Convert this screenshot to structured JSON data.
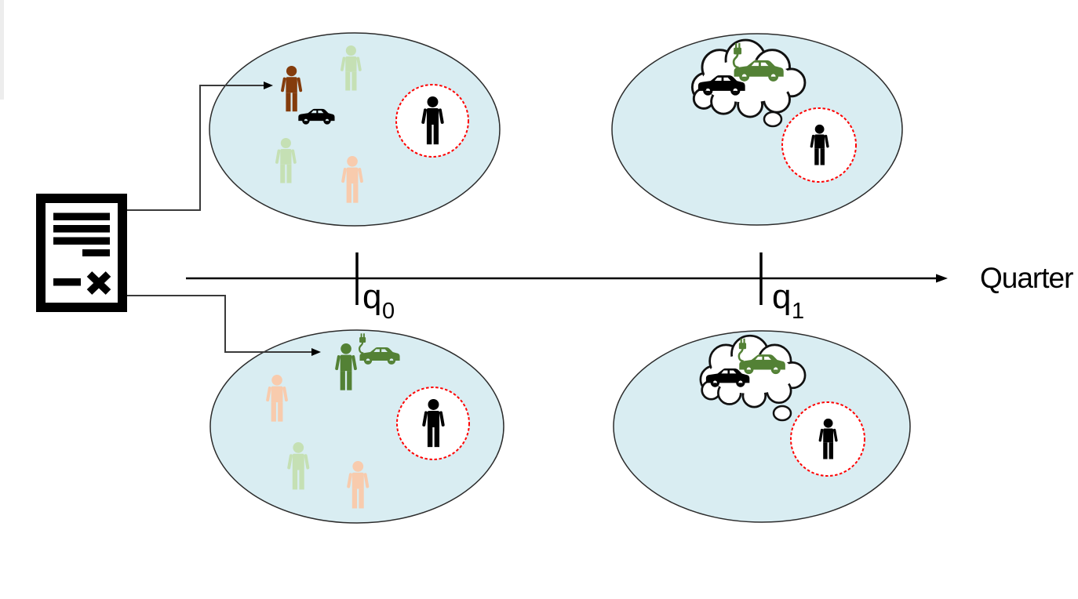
{
  "axis": {
    "label": "Quarter",
    "ticks": [
      {
        "base": "q",
        "sub": "0"
      },
      {
        "base": "q",
        "sub": "1"
      }
    ]
  },
  "colors": {
    "population_fill": "#d9edf2",
    "population_border": "#2b2b2b",
    "person_brown": "#843c0c",
    "person_light_green": "#c5e0b4",
    "person_peach": "#f8cbad",
    "green_ev": "#538135",
    "black": "#000000",
    "highlight_red": "#ff0000",
    "connector": "#3a3a3a",
    "cloud_stroke": "#111111",
    "white": "#ffffff",
    "edge_strip": "#ededed"
  },
  "document_panel": {
    "icon": "survey-document-icon",
    "connectors": [
      "arrow-to-brown-adopter",
      "arrow-to-green-ev-adopter"
    ]
  },
  "populations": {
    "top_left": {
      "icons": [
        "brown-person-icon",
        "black-car-icon",
        "light-green-person-icon",
        "light-green-person-icon",
        "peach-person-icon",
        "red-dashed-focus-circle",
        "black-person-icon"
      ]
    },
    "top_right": {
      "icons": [
        "thought-bubble-icon",
        "black-car-icon",
        "green-ev-car-icon",
        "red-dashed-focus-circle",
        "black-person-icon"
      ]
    },
    "bottom_left": {
      "icons": [
        "green-person-icon",
        "green-ev-car-icon",
        "peach-person-icon",
        "light-green-person-icon",
        "peach-person-icon",
        "red-dashed-focus-circle",
        "black-person-icon"
      ]
    },
    "bottom_right": {
      "icons": [
        "thought-bubble-icon",
        "black-car-icon",
        "green-ev-car-icon",
        "red-dashed-focus-circle",
        "black-person-icon"
      ]
    }
  }
}
